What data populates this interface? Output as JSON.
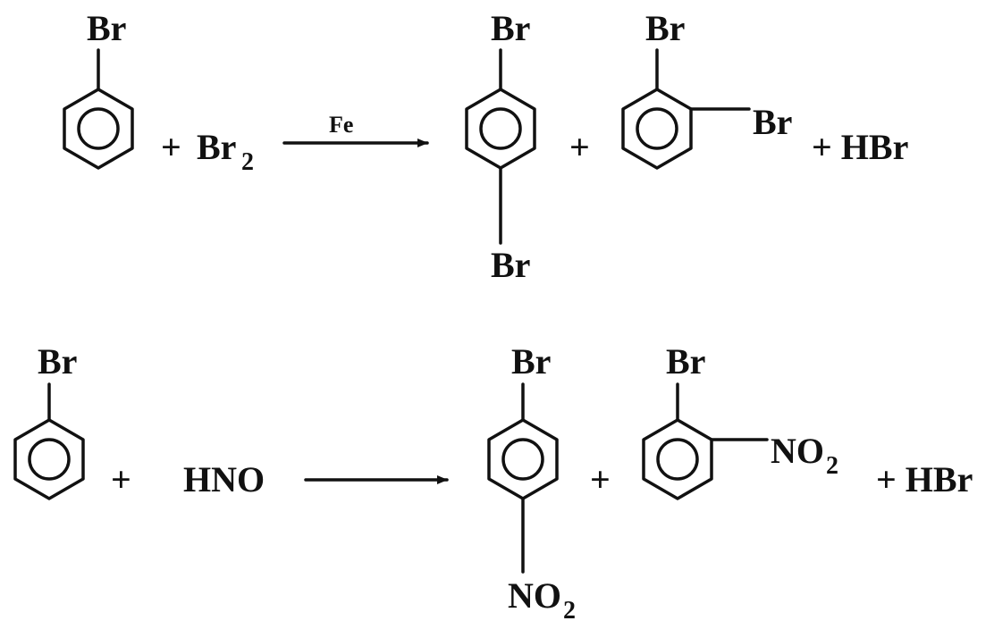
{
  "reaction1": {
    "reactant_br": "Br",
    "plus_1": "+",
    "reagent_main": "Br",
    "reagent_sub": "2",
    "catalyst": "Fe",
    "para_br_top": "Br",
    "para_br_bottom": "Br",
    "plus_2": "+",
    "ortho_br_top": "Br",
    "ortho_br_side": "Br",
    "byproduct": "+ HBr"
  },
  "reaction2": {
    "reactant_br": "Br",
    "plus_1": "+",
    "reagent": "HNO",
    "para_br_top": "Br",
    "para_no2_main": "NO",
    "para_no2_sub": "2",
    "plus_2": "+",
    "ortho_br_top": "Br",
    "ortho_no2_main": "NO",
    "ortho_no2_sub": "2",
    "byproduct": "+ HBr"
  }
}
